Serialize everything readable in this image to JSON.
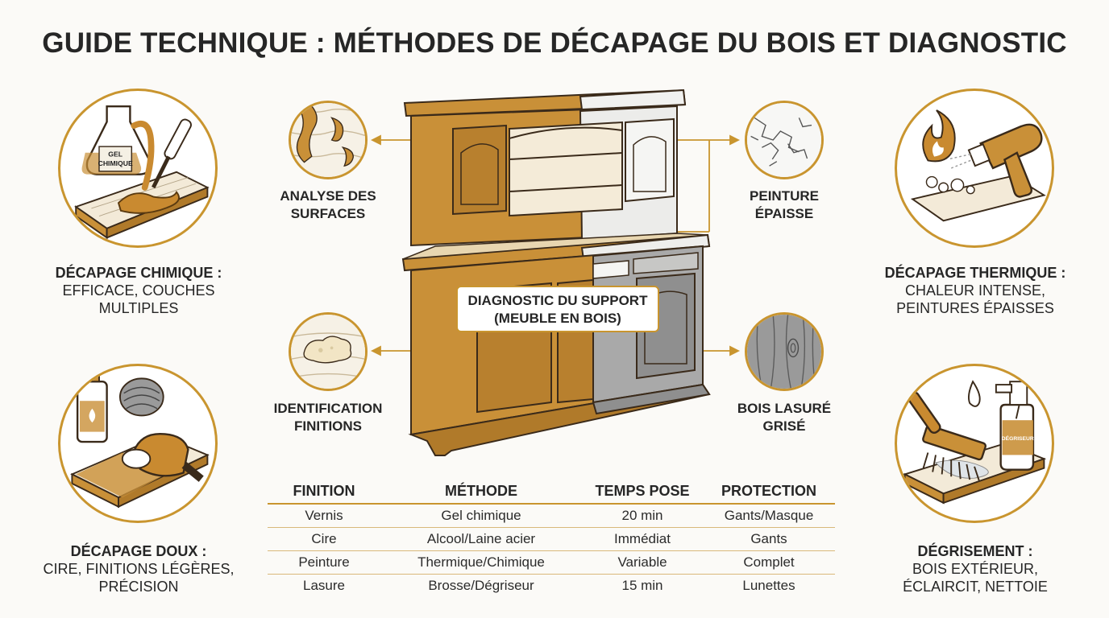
{
  "title": "GUIDE TECHNIQUE : MÉTHODES DE DÉCAPAGE DU BOIS ET DIAGNOSTIC",
  "methods": {
    "chemical": {
      "head": "DÉCAPAGE CHIMIQUE :",
      "line1": "EFFICACE, COUCHES",
      "line2": "MULTIPLES",
      "icon_label_1": "GEL",
      "icon_label_2": "CHIMIQUE"
    },
    "gentle": {
      "head": "DÉCAPAGE DOUX :",
      "line1": "CIRE, FINITIONS LÉGÈRES,",
      "line2": "PRÉCISION"
    },
    "thermal": {
      "head": "DÉCAPAGE THERMIQUE :",
      "line1": "CHALEUR INTENSE,",
      "line2": "PEINTURES ÉPAISSES"
    },
    "degreasing": {
      "head": "DÉGRISEMENT :",
      "line1": "BOIS EXTÉRIEUR,",
      "line2": "ÉCLAIRCIT, NETTOIE",
      "icon_label": "DÉGRISEUR"
    }
  },
  "diagnostics": {
    "surfaces": {
      "line1": "ANALYSE DES",
      "line2": "SURFACES"
    },
    "finishes": {
      "line1": "IDENTIFICATION",
      "line2": "FINITIONS"
    },
    "paint": {
      "line1": "PEINTURE",
      "line2": "ÉPAISSE"
    },
    "weathered": {
      "line1": "BOIS LASURÉ",
      "line2": "GRISÉ"
    }
  },
  "center_label": {
    "line1": "DIAGNOSTIC DU SUPPORT",
    "line2": "(MEUBLE EN BOIS)"
  },
  "table": {
    "headers": [
      "FINITION",
      "MÉTHODE",
      "TEMPS POSE",
      "PROTECTION"
    ],
    "rows": [
      [
        "Vernis",
        "Gel chimique",
        "20 min",
        "Gants/Masque"
      ],
      [
        "Cire",
        "Alcool/Laine acier",
        "Immédiat",
        "Gants"
      ],
      [
        "Peinture",
        "Thermique/Chimique",
        "Variable",
        "Complet"
      ],
      [
        "Lasure",
        "Brosse/Dégriseur",
        "15 min",
        "Lunettes"
      ]
    ]
  },
  "colors": {
    "accent": "#c9952f",
    "wood": "#c99038",
    "wood_dark": "#8a5a1c",
    "grey": "#9a9a9a",
    "text": "#262626"
  }
}
